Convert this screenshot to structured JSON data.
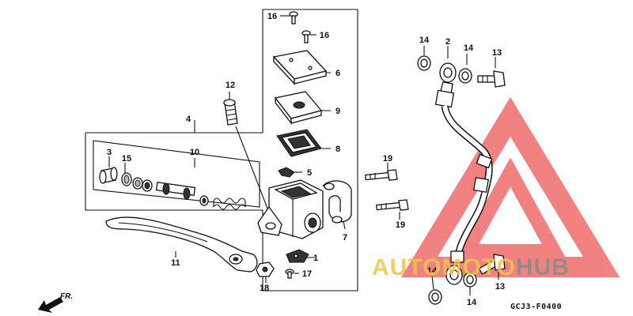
{
  "diagram_code": "GCJ3-F0400",
  "direction_label": "FR.",
  "watermark": {
    "brand_part1": "AUTOMOTO",
    "brand_part2": "HUB",
    "colors": {
      "triangle": "#e8302f",
      "text_accent": "#f2c44a",
      "text_grey": "#8a8a8a"
    }
  },
  "callouts": {
    "c1": "1",
    "c2": "2",
    "c3": "3",
    "c4": "4",
    "c5": "5",
    "c6": "6",
    "c7": "7",
    "c8": "8",
    "c9": "9",
    "c10": "10",
    "c11": "11",
    "c12": "12",
    "c13a": "13",
    "c13b": "13",
    "c14a": "14",
    "c14b": "14",
    "c14c": "14",
    "c14d": "14",
    "c15": "15",
    "c16a": "16",
    "c16b": "16",
    "c17": "17",
    "c18": "18",
    "c19a": "19",
    "c19b": "19"
  }
}
